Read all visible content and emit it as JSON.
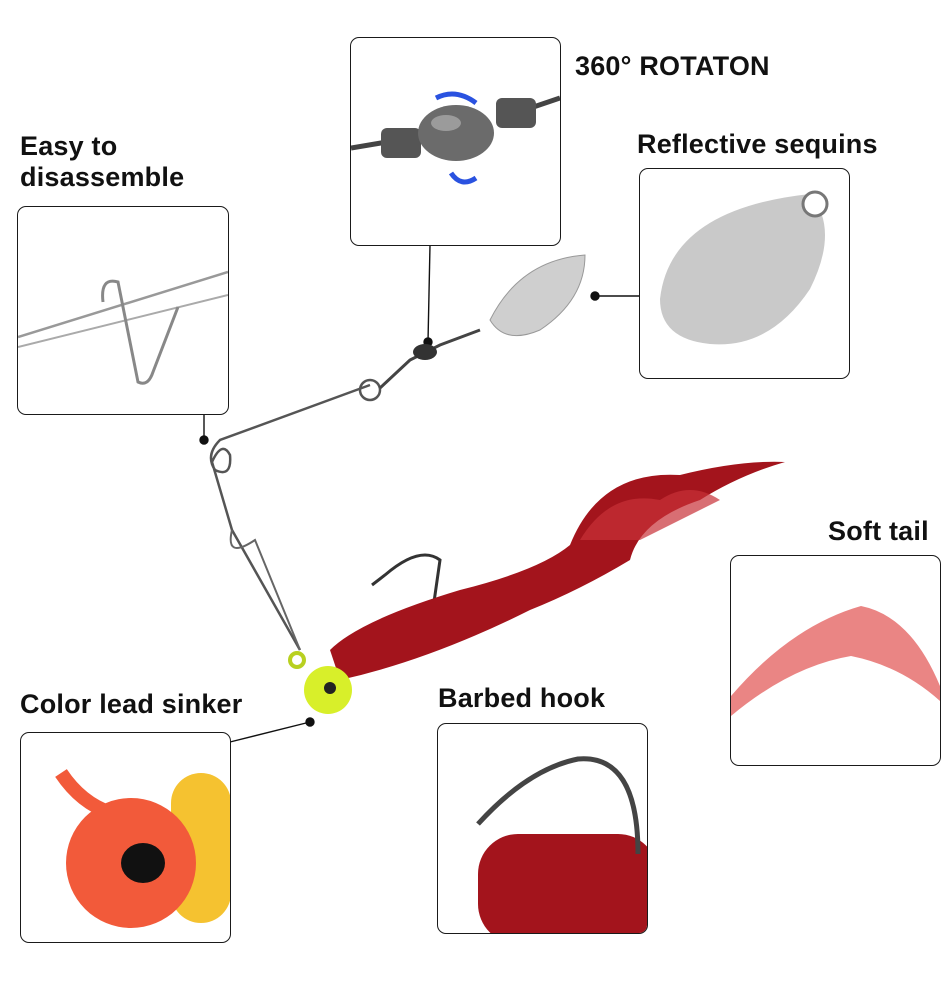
{
  "labels": {
    "easy_line1": "Easy to",
    "easy_line2": "disassemble",
    "rotation": "360° ROTATON",
    "sequins": "Reflective sequins",
    "soft_tail": "Soft tail",
    "sinker": "Color lead sinker",
    "hook": "Barbed hook"
  },
  "colors": {
    "worm": "#a3141c",
    "sinker_head": "#d8ef2a",
    "sinker_detail": "#f25a3a",
    "blade": "#c9c9c9",
    "rotation_arrow": "#2a52e0"
  }
}
